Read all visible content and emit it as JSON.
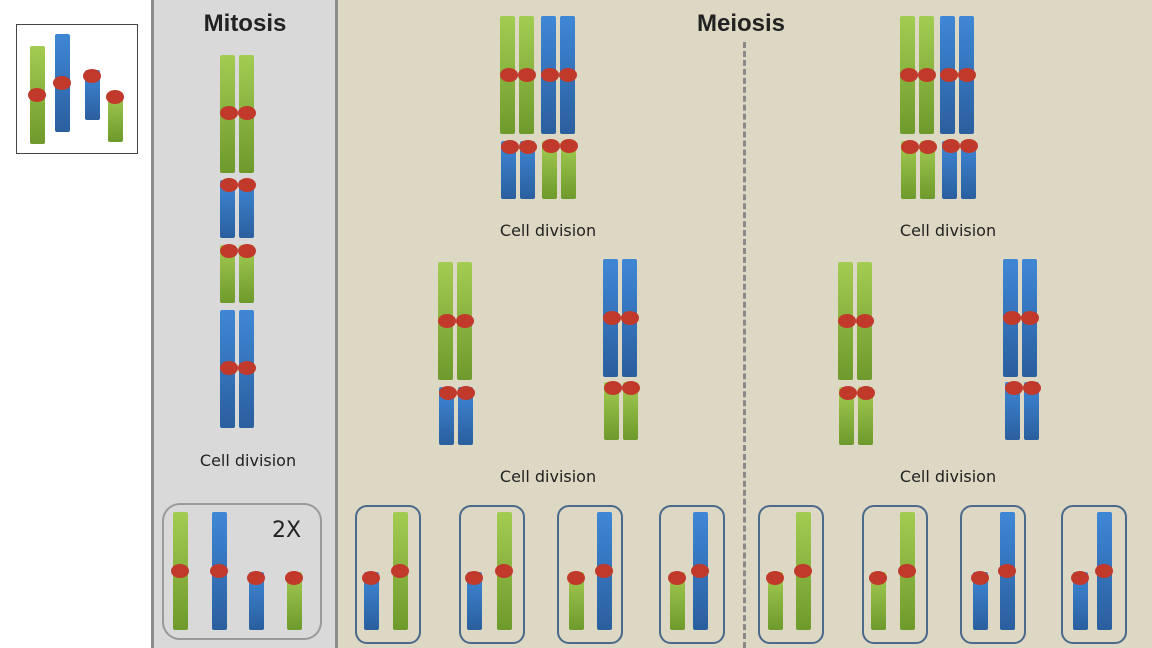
{
  "titles": {
    "mitosis": "Mitosis",
    "meiosis": "Meiosis"
  },
  "labels": {
    "cell_division": "Cell division",
    "copies": "2X"
  },
  "colors": {
    "green_light": "#a3cc52",
    "green_dark": "#6e9a2c",
    "blue_light": "#3f87d6",
    "blue_dark": "#2a5f9e",
    "centromere": "#c0392b",
    "panel_mitosis": "#d9d9d9",
    "panel_meiosis": "#ddd8c4"
  },
  "chromosome_types": [
    "green-long",
    "blue-long",
    "blue-short",
    "green-short"
  ]
}
